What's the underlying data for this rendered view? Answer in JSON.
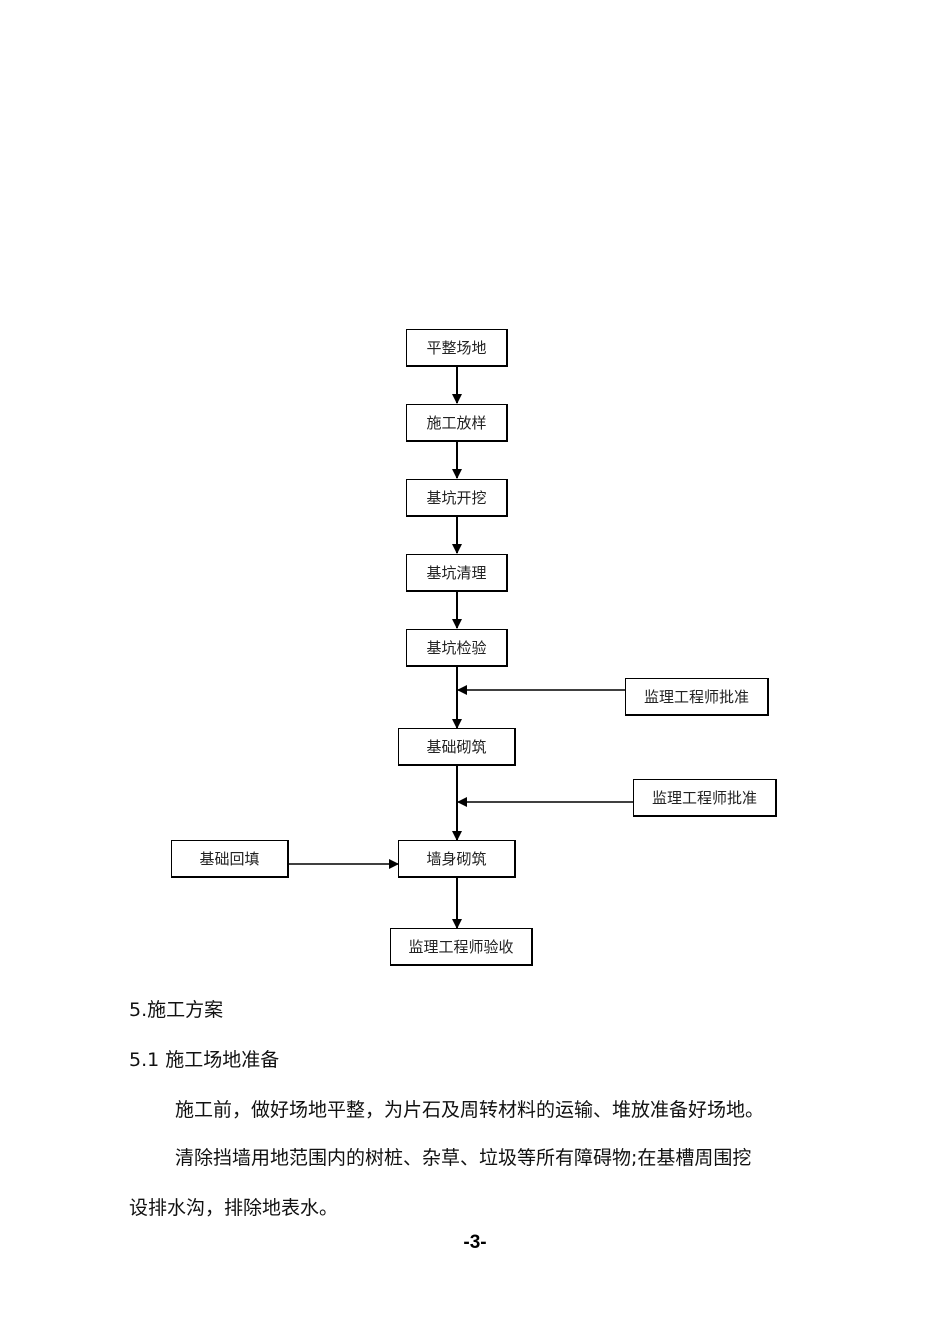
{
  "flowchart": {
    "steps": [
      "平整场地",
      "施工放样",
      "基坑开挖",
      "基坑清理",
      "基坑检验",
      "基础砌筑",
      "墙身砌筑",
      "监理工程师验收"
    ],
    "side_inputs": {
      "approval_1": "监理工程师批准",
      "approval_2": "监理工程师批准",
      "backfill": "基础回填"
    }
  },
  "content": {
    "section_heading": "5.施工方案",
    "subsection_heading": "5.1 施工场地准备",
    "paragraph_1": "施工前，做好场地平整，为片石及周转材料的运输、堆放准备好场地。",
    "paragraph_2_line_1": "清除挡墙用地范围内的树桩、杂草、垃圾等所有障碍物;在基槽周围挖",
    "paragraph_2_line_2": "设排水沟，排除地表水。"
  },
  "footer": {
    "page_number": "-3-"
  }
}
